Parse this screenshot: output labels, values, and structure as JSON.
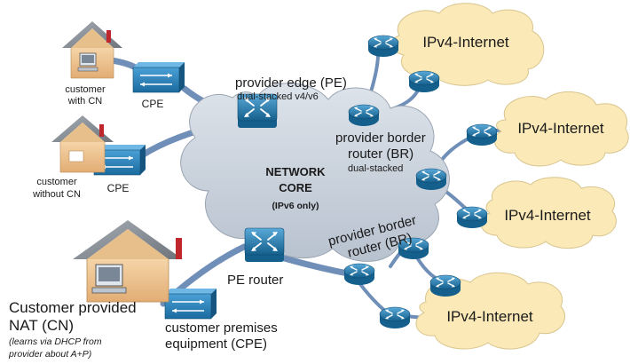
{
  "core": {
    "title_line1": "NETWORK",
    "title_line2": "CORE",
    "subtitle": "(IPv6 only)"
  },
  "clouds": {
    "ipv4_1": "IPv4-Internet",
    "ipv4_2": "IPv4-Internet",
    "ipv4_3": "IPv4-Internet",
    "ipv4_4": "IPv4-Internet"
  },
  "pe_top": {
    "label": "provider edge (PE)",
    "sublabel": "dual-stacked v4/v6"
  },
  "br_top": {
    "line1": "provider border",
    "line2": "router (BR)",
    "sublabel": "dual-stacked"
  },
  "br_bottom": {
    "line1": "provider border",
    "line2": "router (BR)"
  },
  "pe_bottom": {
    "label": "PE router"
  },
  "customer_cn": {
    "line1": "customer",
    "line2": "with CN"
  },
  "customer_no_cn": {
    "line1": "customer",
    "line2": "without CN"
  },
  "cpe_top": {
    "label": "CPE"
  },
  "cpe_mid": {
    "label": "CPE"
  },
  "cpe_big": {
    "line1": "customer premises",
    "line2": "equipment (CPE)"
  },
  "customer_nat": {
    "line1": "Customer provided",
    "line2": "NAT (CN)",
    "note1": "(learns via DHCP from",
    "note2": "provider about A+P)"
  },
  "colors": {
    "cloud_core": "#c9d1db",
    "cloud_internet": "#fbeab8",
    "link": "#6f8fb8",
    "router": "#1f7fb5",
    "cpe": "#1f7fb5",
    "house_wall": "#efc79a",
    "house_roof": "#8a8f96",
    "chimney": "#c0272d"
  }
}
